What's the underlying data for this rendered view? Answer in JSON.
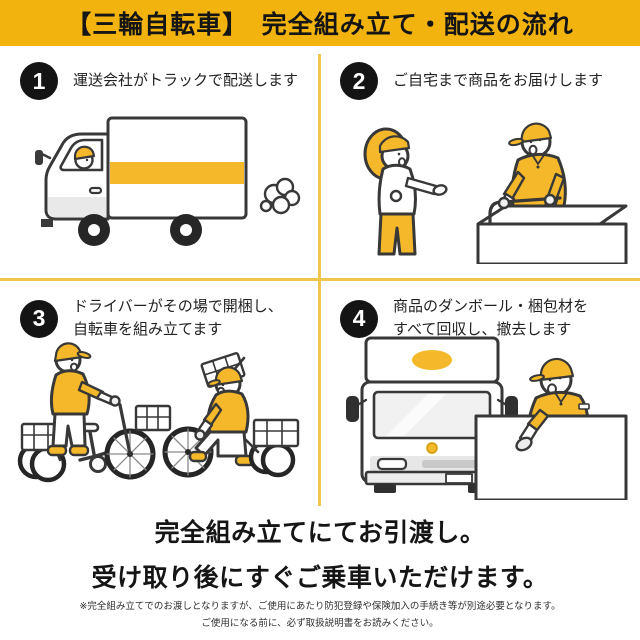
{
  "colors": {
    "brand_yellow": "#F2B30F",
    "illustration_yellow": "#F4B82A",
    "divider_yellow": "#EFC54D",
    "highlight_yellow": "#F3B81F",
    "badge_black": "#141414",
    "text_black": "#1c1c1c"
  },
  "header": {
    "title": "【三輪自転車】　完全組み立て・配送の流れ"
  },
  "steps": [
    {
      "number": "1",
      "caption_lines": [
        "運送会社がトラックで配送します"
      ],
      "illustration": "delivery-truck-side-view"
    },
    {
      "number": "2",
      "caption_lines": [
        "ご自宅まで商品をお届けします"
      ],
      "illustration": "staff-delivering-box-to-customer"
    },
    {
      "number": "3",
      "caption_lines": [
        "ドライバーがその場で開梱し、",
        "自転車を組み立てます"
      ],
      "illustration": "driver-assembling-tricycle"
    },
    {
      "number": "4",
      "caption_lines": [
        "商品のダンボール・梱包材を",
        "すべて回収し、撤去します"
      ],
      "illustration": "staff-removing-packaging-truck-front-view"
    }
  ],
  "banner": {
    "line1": "完全組み立てにてお引渡し。",
    "line2": "受け取り後にすぐご乗車いただけます。"
  },
  "footnotes": {
    "line1": "※完全組み立てでのお渡しとなりますが、ご使用にあたり防犯登録や保険加入の手続き等が別途必要となります。",
    "line2": "ご使用になる前に、必ず取扱説明書をお読みください。"
  }
}
